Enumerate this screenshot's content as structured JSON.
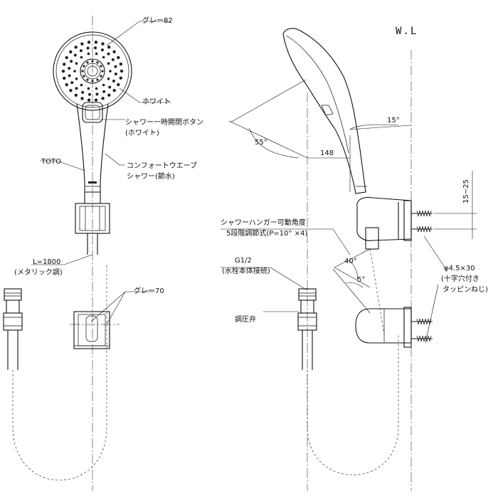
{
  "labels": {
    "wl": "W.L",
    "gray82": "グレー82",
    "white": "ホワイト",
    "stop_button_1": "シャワー一時開閉ボタン",
    "stop_button_2": "(ホワイト)",
    "toto": "TOTO",
    "comfort_1": "コンフォートウエーブ",
    "comfort_2": "シャワー(節水)",
    "hose_length": "L=1800",
    "hose_type": "(メタリック調)",
    "gray70": "グレー70",
    "hanger_1": "シャワーハンガー可動角度",
    "hanger_2": "5段階調節式(P=10° ×4)",
    "thread": "G1/2",
    "thread_note": "(水栓本体接続)",
    "regulator": "調圧弁",
    "screw_1": "φ4.5×30",
    "screw_2": "(十字穴付き",
    "screw_3": "タッピンねじ)"
  },
  "dimensions": {
    "angle_55": "55°",
    "angle_15": "15°",
    "length_148": "148",
    "range_15_25": "15~25",
    "angle_40": "40°",
    "angle_5": "5°"
  }
}
